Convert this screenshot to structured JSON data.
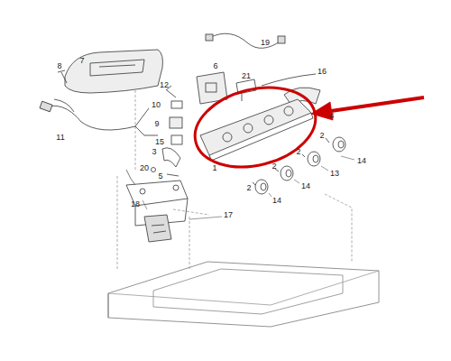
{
  "diagram": {
    "labels": [
      "19",
      "7",
      "8",
      "6",
      "16",
      "21",
      "12",
      "10",
      "4",
      "9",
      "11",
      "2",
      "15",
      "3",
      "14",
      "2",
      "1",
      "20",
      "13",
      "5",
      "2",
      "14",
      "2",
      "14",
      "18",
      "17"
    ]
  }
}
